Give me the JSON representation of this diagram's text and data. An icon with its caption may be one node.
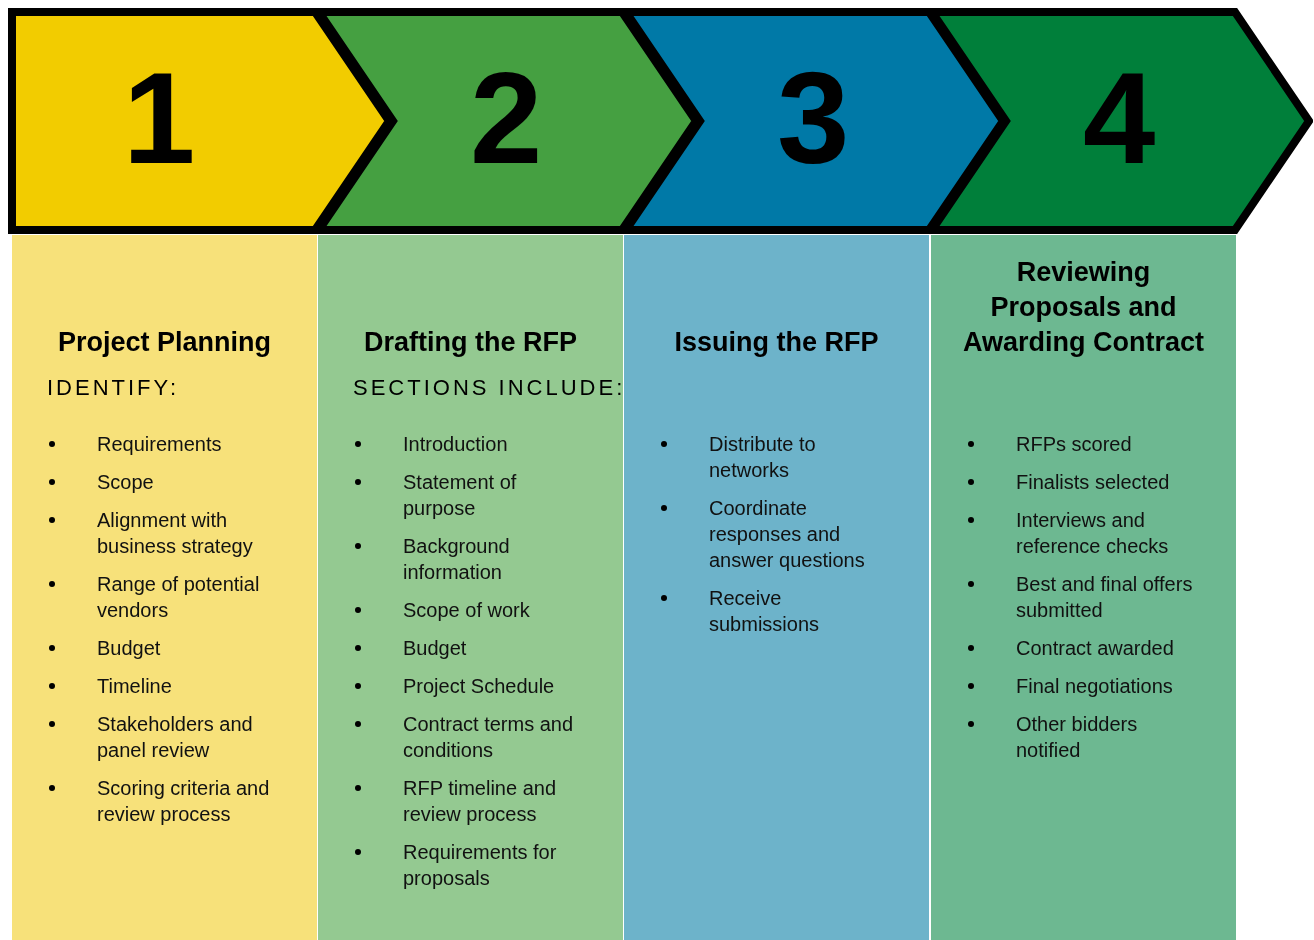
{
  "diagram": {
    "nodes": [
      {
        "text": [
          "1"
        ]
      },
      {
        "text": [
          "2"
        ]
      },
      {
        "text": [
          "3"
        ]
      },
      {
        "text": [
          "4"
        ]
      },
      {
        "text": [
          "Project Planning",
          "IDENTIFY:",
          "Requirements",
          "Scope",
          "Alignment with business strategy",
          "Range of potential vendors",
          "Budget",
          "Timeline",
          "Stakeholders and panel review",
          "Scoring criteria and review process"
        ]
      },
      {
        "text": [
          "Drafting the RFP",
          "SECTIONS INCLUDE:",
          "Introduction",
          "Statement of purpose",
          "Background information",
          "Scope of work",
          "Budget",
          "Project Schedule",
          "Contract terms and conditions",
          "RFP timeline and review process",
          "Requirements for proposals"
        ]
      },
      {
        "text": [
          "Issuing the RFP",
          "Distribute to networks",
          "Coordinate responses and answer questions",
          "Receive submissions"
        ]
      },
      {
        "text": [
          "Reviewing Proposals and Awarding Contract",
          "RFPs scored",
          "Finalists selected",
          "Interviews and reference checks",
          "Best and final offers submitted",
          "Contract awarded",
          "Final negotiations",
          "Other bidders notified"
        ]
      }
    ],
    "edges": []
  }
}
